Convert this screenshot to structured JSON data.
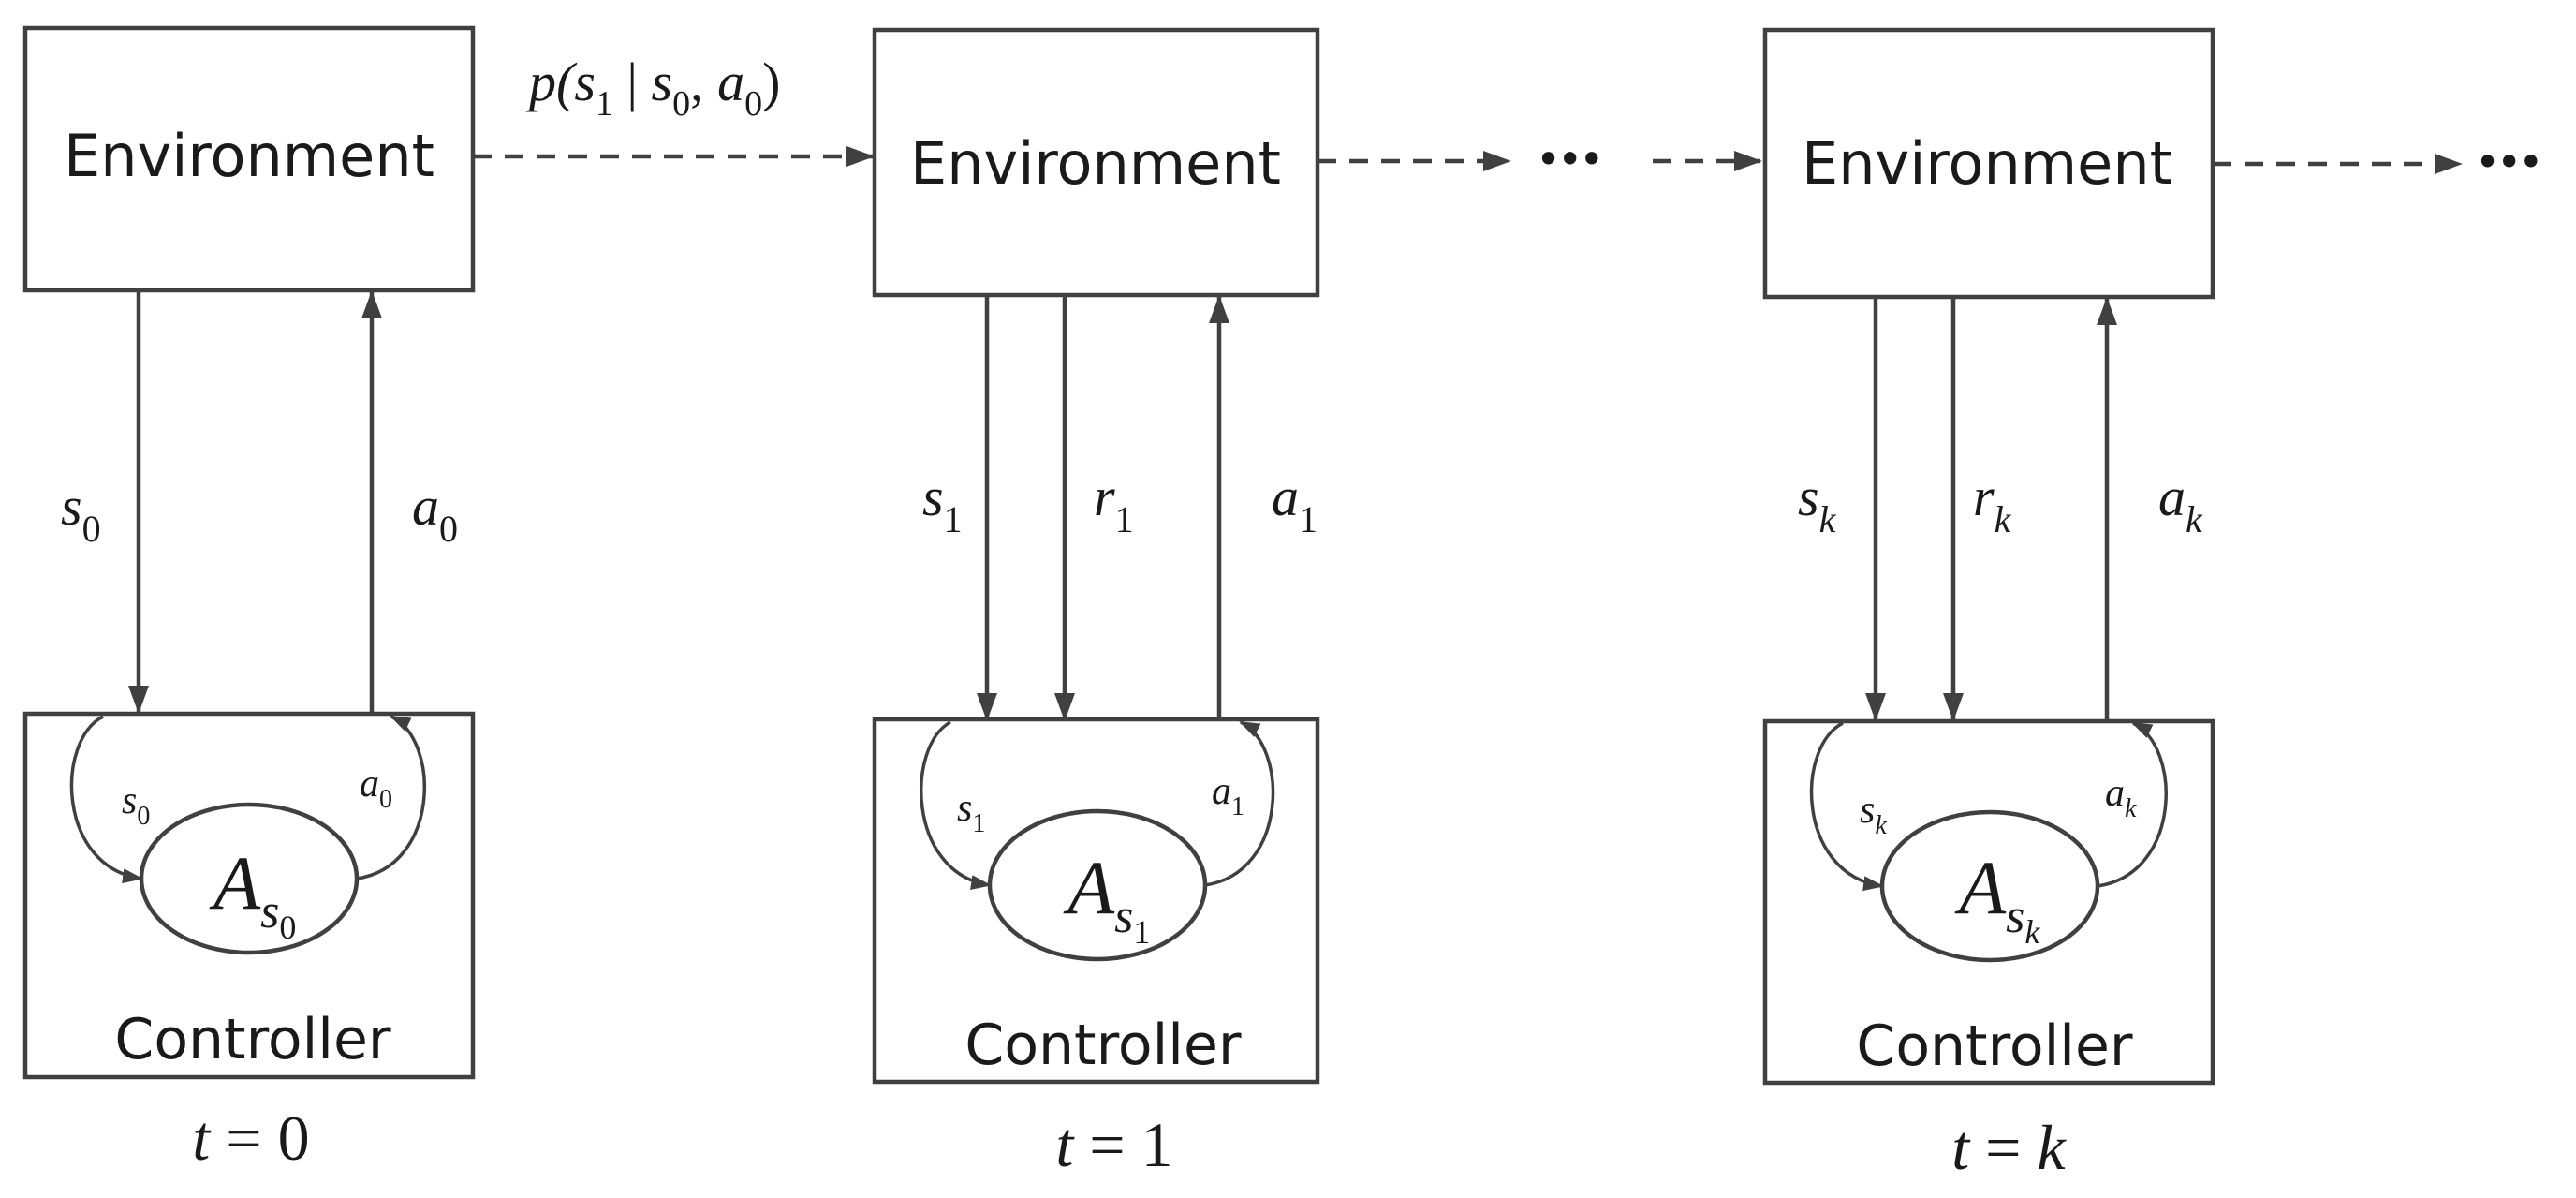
{
  "environment_label": "Environment",
  "controller_label": "Controller",
  "ellipsis": "•••",
  "transition": {
    "prefix": "p(",
    "s": "s",
    "s_sub": "1",
    "bar": " | ",
    "s0": "s",
    "s0_sub": "0",
    "comma": ", ",
    "a": "a",
    "a_sub": "0",
    "suffix": ")"
  },
  "stages": [
    {
      "time_var": "t",
      "time_eq": " = ",
      "time_val": "0",
      "state": "s",
      "state_sub": "0",
      "action": "a",
      "action_sub": "0",
      "inner_state": "s",
      "inner_state_sub": "0",
      "inner_action": "a",
      "inner_action_sub": "0",
      "automaton": "A",
      "automaton_sub": "s",
      "automaton_subsub": "0"
    },
    {
      "time_var": "t",
      "time_eq": " = ",
      "time_val": "1",
      "state": "s",
      "state_sub": "1",
      "reward": "r",
      "reward_sub": "1",
      "action": "a",
      "action_sub": "1",
      "inner_state": "s",
      "inner_state_sub": "1",
      "inner_action": "a",
      "inner_action_sub": "1",
      "automaton": "A",
      "automaton_sub": "s",
      "automaton_subsub": "1"
    },
    {
      "time_var": "t",
      "time_eq": " = ",
      "time_val": "k",
      "state": "s",
      "state_sub": "k",
      "reward": "r",
      "reward_sub": "k",
      "action": "a",
      "action_sub": "k",
      "inner_state": "s",
      "inner_state_sub": "k",
      "inner_action": "a",
      "inner_action_sub": "k",
      "automaton": "A",
      "automaton_sub": "s",
      "automaton_subsub": "k"
    }
  ]
}
